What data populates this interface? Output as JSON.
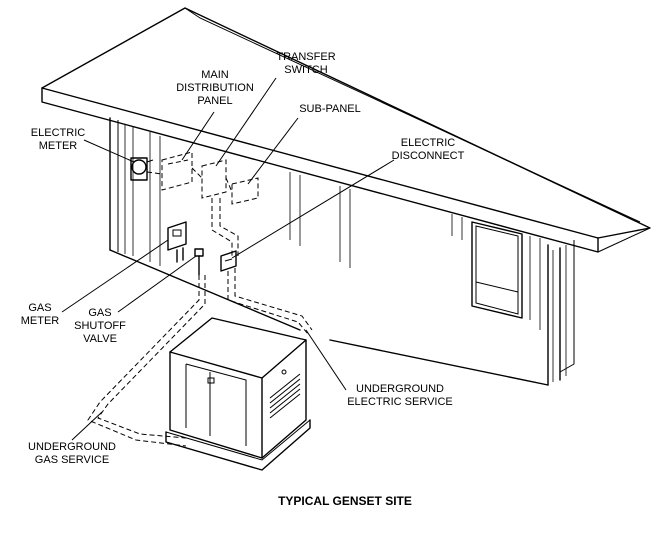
{
  "labels": {
    "main_panel": [
      "MAIN",
      "DISTRIBUTION",
      "PANEL"
    ],
    "transfer_switch": [
      "TRANSFER",
      "SWITCH"
    ],
    "sub_panel": [
      "SUB-PANEL"
    ],
    "electric_meter": [
      "ELECTRIC",
      "METER"
    ],
    "electric_disconnect": [
      "ELECTRIC",
      "DISCONNECT"
    ],
    "gas_meter": [
      "GAS",
      "METER"
    ],
    "gas_shutoff": [
      "GAS",
      "SHUTOFF",
      "VALVE"
    ],
    "underground_electric": [
      "UNDERGROUND",
      "ELECTRIC SERVICE"
    ],
    "underground_gas": [
      "UNDERGROUND",
      "GAS SERVICE"
    ]
  },
  "caption": "TYPICAL GENSET SITE"
}
